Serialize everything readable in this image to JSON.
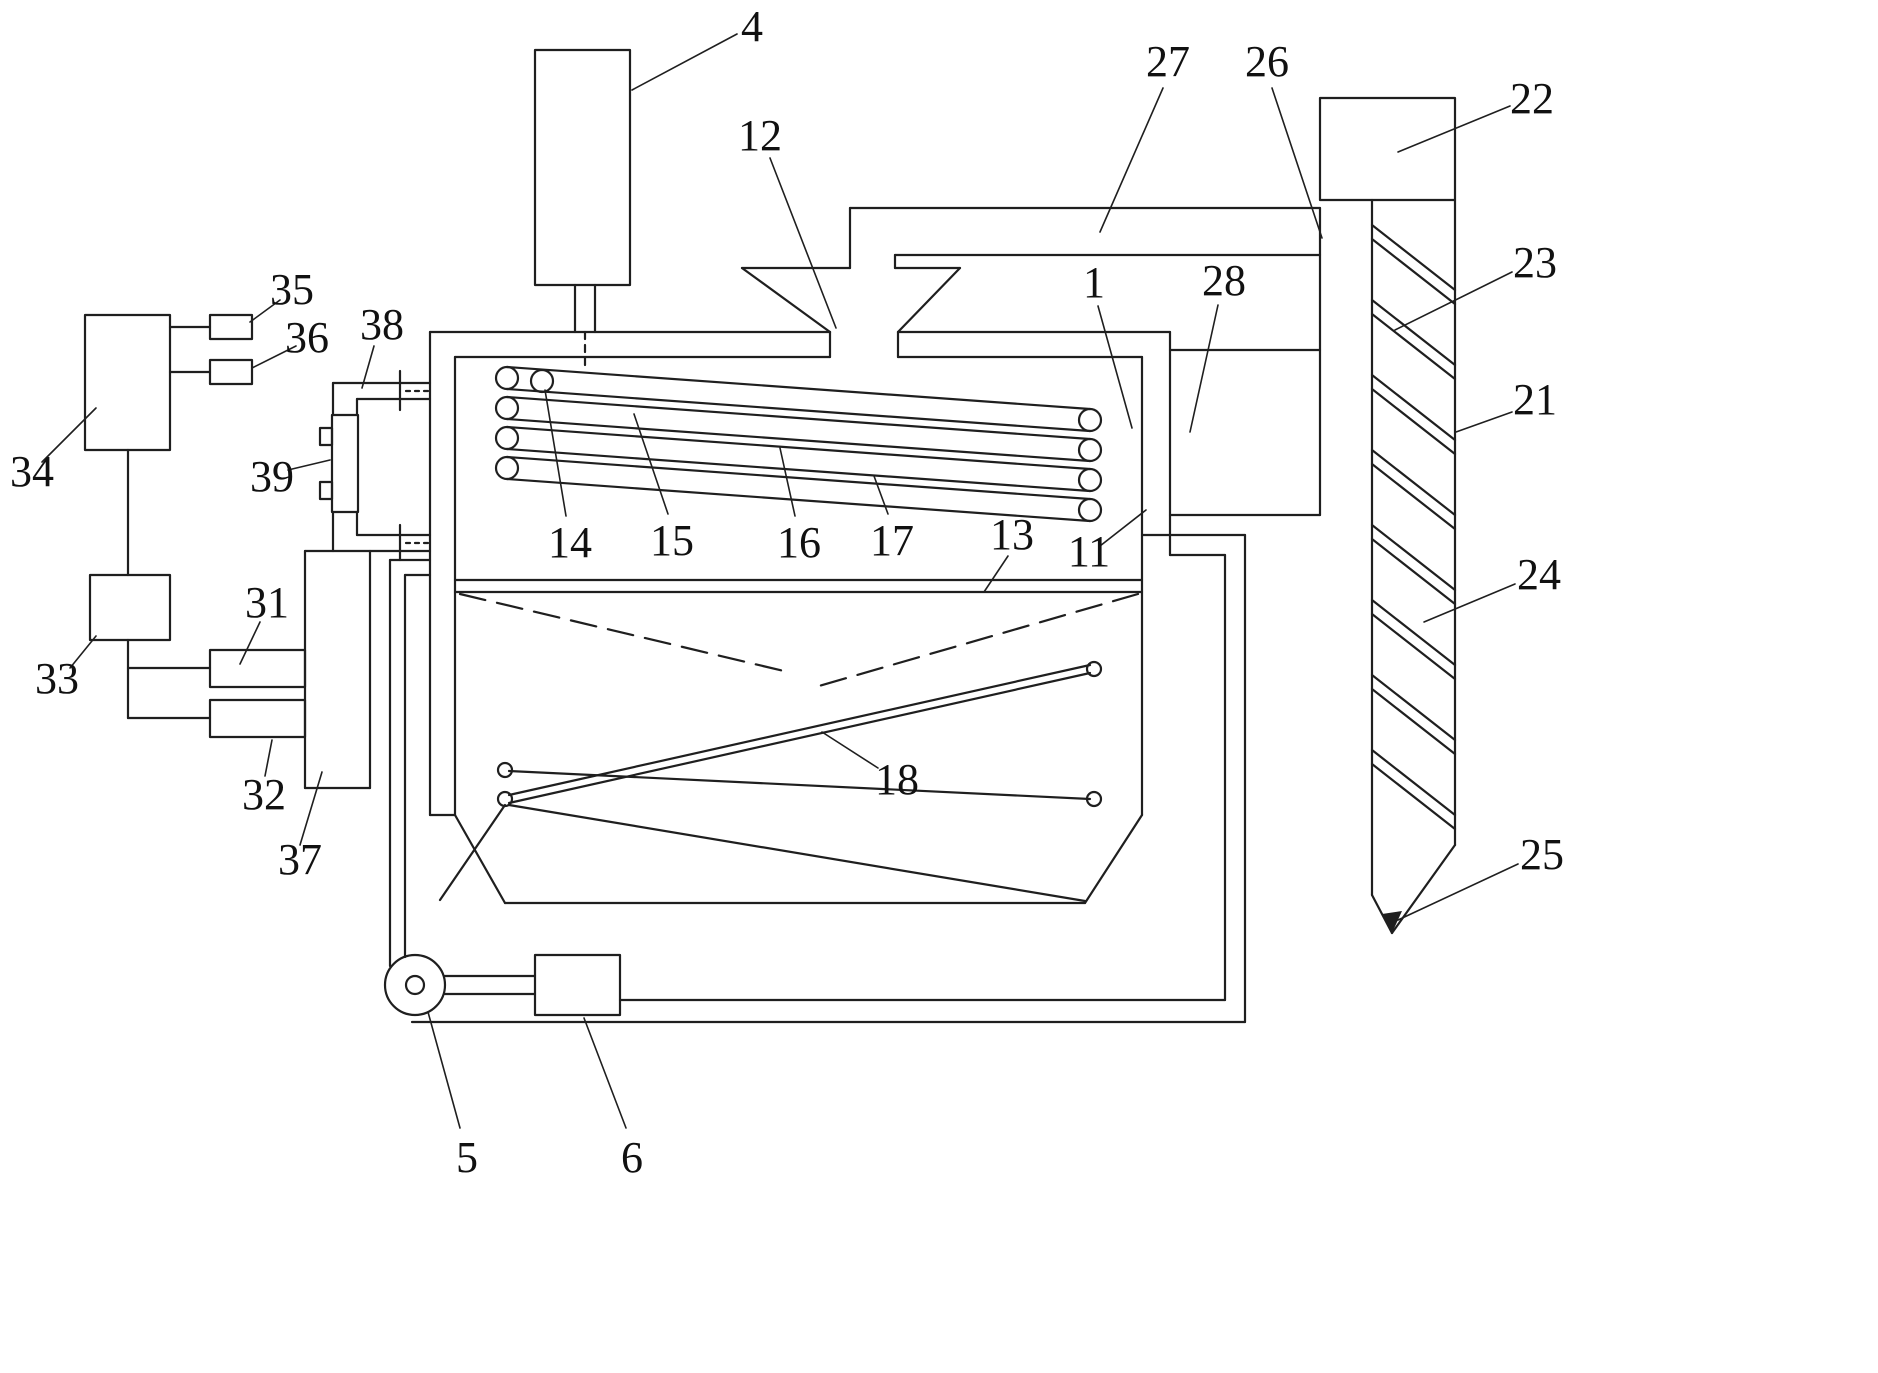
{
  "figure": {
    "background": "#ffffff",
    "line_color": "#1f1f1f",
    "label_color": "#111111"
  },
  "labels": {
    "l1": "1",
    "l4": "4",
    "l5": "5",
    "l6": "6",
    "l11": "11",
    "l12": "12",
    "l13": "13",
    "l14": "14",
    "l15": "15",
    "l16": "16",
    "l17": "17",
    "l18": "18",
    "l21": "21",
    "l22": "22",
    "l23": "23",
    "l24": "24",
    "l25": "25",
    "l26": "26",
    "l27": "27",
    "l28": "28",
    "l31": "31",
    "l32": "32",
    "l33": "33",
    "l34": "34",
    "l35": "35",
    "l36": "36",
    "l37": "37",
    "l38": "38",
    "l39": "39"
  }
}
